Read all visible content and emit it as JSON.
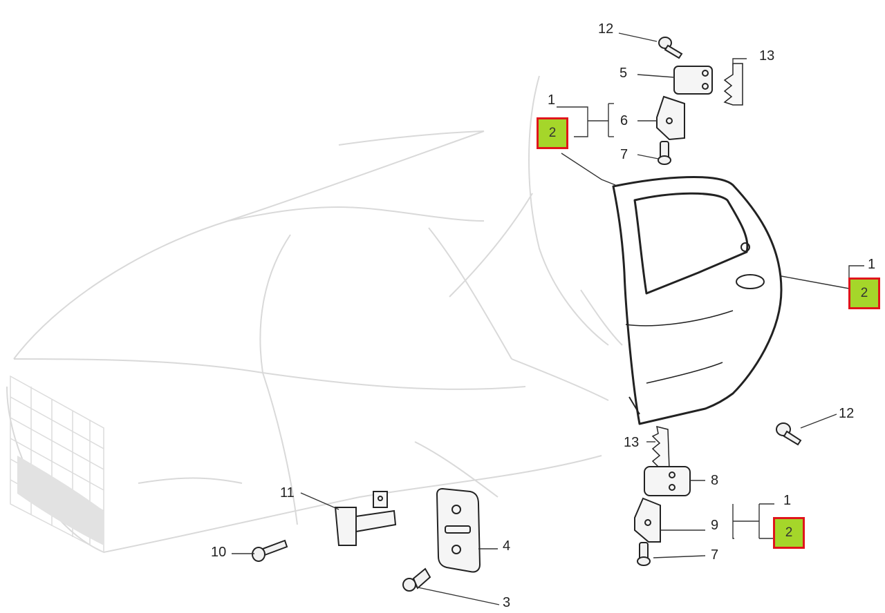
{
  "callouts": {
    "c12_top": "12",
    "c5": "5",
    "c13_top": "13",
    "c1_top": "1",
    "c6": "6",
    "c7_top": "7",
    "c1_right": "1",
    "c12_right": "12",
    "c13_mid": "13",
    "c8": "8",
    "c1_bottom": "1",
    "c9": "9",
    "c7_bottom": "7",
    "c11": "11",
    "c10": "10",
    "c4": "4",
    "c3": "3"
  },
  "highlights": {
    "top": "2",
    "right": "2",
    "bottom": "2"
  },
  "colors": {
    "highlight_fill": "#a5d62a",
    "highlight_border": "#e0141b",
    "line": "#222222",
    "ghost": "#d6d6d6"
  }
}
